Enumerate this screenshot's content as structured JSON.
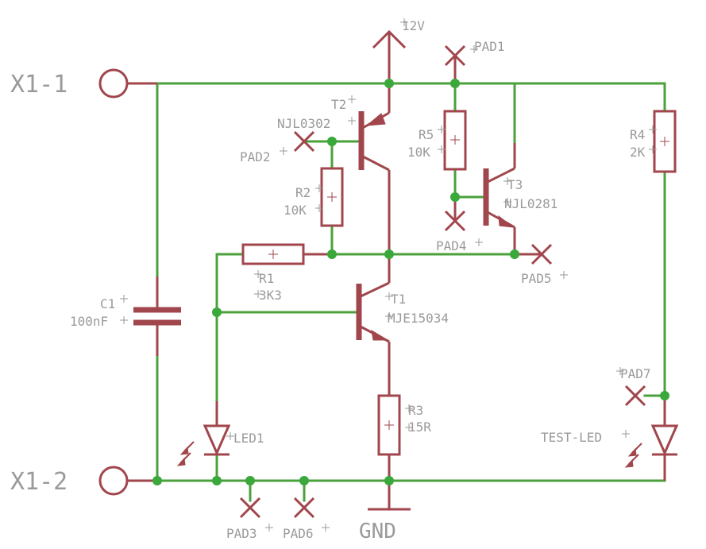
{
  "colors": {
    "wire": "#4aa13b",
    "component": "#a0464c",
    "junction": "#3aa83a",
    "text": "#9a9a9a",
    "background": "#ffffff"
  },
  "connectors": {
    "x1_1": "X1-1",
    "x1_2": "X1-2"
  },
  "supply": {
    "vcc": "12V",
    "gnd": "GND"
  },
  "components": {
    "T2": {
      "name": "T2",
      "value": "NJL0302"
    },
    "T3": {
      "name": "T3",
      "value": "NJL0281"
    },
    "T1": {
      "name": "T1",
      "value": "MJE15034"
    },
    "R1": {
      "name": "R1",
      "value": "3K3"
    },
    "R2": {
      "name": "R2",
      "value": "10K"
    },
    "R3": {
      "name": "R3",
      "value": "15R"
    },
    "R4": {
      "name": "R4",
      "value": "2K"
    },
    "R5": {
      "name": "R5",
      "value": "10K"
    },
    "C1": {
      "name": "C1",
      "value": "100nF"
    },
    "LED1": {
      "name": "LED1"
    },
    "TEST_LED": {
      "name": "TEST-LED"
    }
  },
  "pads": {
    "pad1": "PAD1",
    "pad2": "PAD2",
    "pad3": "PAD3",
    "pad4": "PAD4",
    "pad5": "PAD5",
    "pad6": "PAD6",
    "pad7": "PAD7"
  }
}
